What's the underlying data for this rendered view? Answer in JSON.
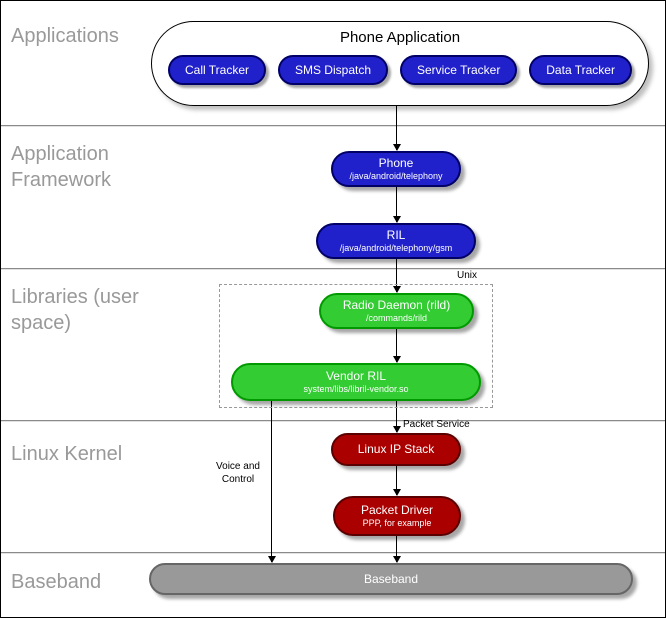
{
  "section_labels": {
    "applications": "Applications",
    "framework": "Application Framework",
    "libraries": "Libraries (user space)",
    "kernel": "Linux Kernel",
    "baseband": "Baseband"
  },
  "phone_application": {
    "title": "Phone Application",
    "apps": [
      "Call Tracker",
      "SMS Dispatch",
      "Service Tracker",
      "Data Tracker"
    ]
  },
  "nodes": {
    "phone": {
      "title": "Phone",
      "subtitle": "/java/android/telephony"
    },
    "ril": {
      "title": "RIL",
      "subtitle": "/java/android/telephony/gsm"
    },
    "radio_daemon": {
      "title": "Radio Daemon (rild)",
      "subtitle": "/commands/rild"
    },
    "vendor_ril": {
      "title": "Vendor RIL",
      "subtitle": "system/libs/libril-vendor.so"
    },
    "linux_ip_stack": {
      "title": "Linux IP Stack"
    },
    "packet_driver": {
      "title": "Packet Driver",
      "subtitle": "PPP, for example"
    },
    "baseband": {
      "title": "Baseband"
    }
  },
  "annotations": {
    "unix": "Unix",
    "packet_service": "Packet Service",
    "voice_and_control": "Voice and Control"
  },
  "colors": {
    "app_blue": "#2121cc",
    "app_blue_border": "#000066",
    "lib_green": "#33cc33",
    "lib_green_border": "#009900",
    "kernel_red": "#aa0000",
    "kernel_red_border": "#5a0000",
    "baseband_gray": "#999999",
    "baseband_gray_border": "#666666",
    "section_label_gray": "#999999"
  }
}
